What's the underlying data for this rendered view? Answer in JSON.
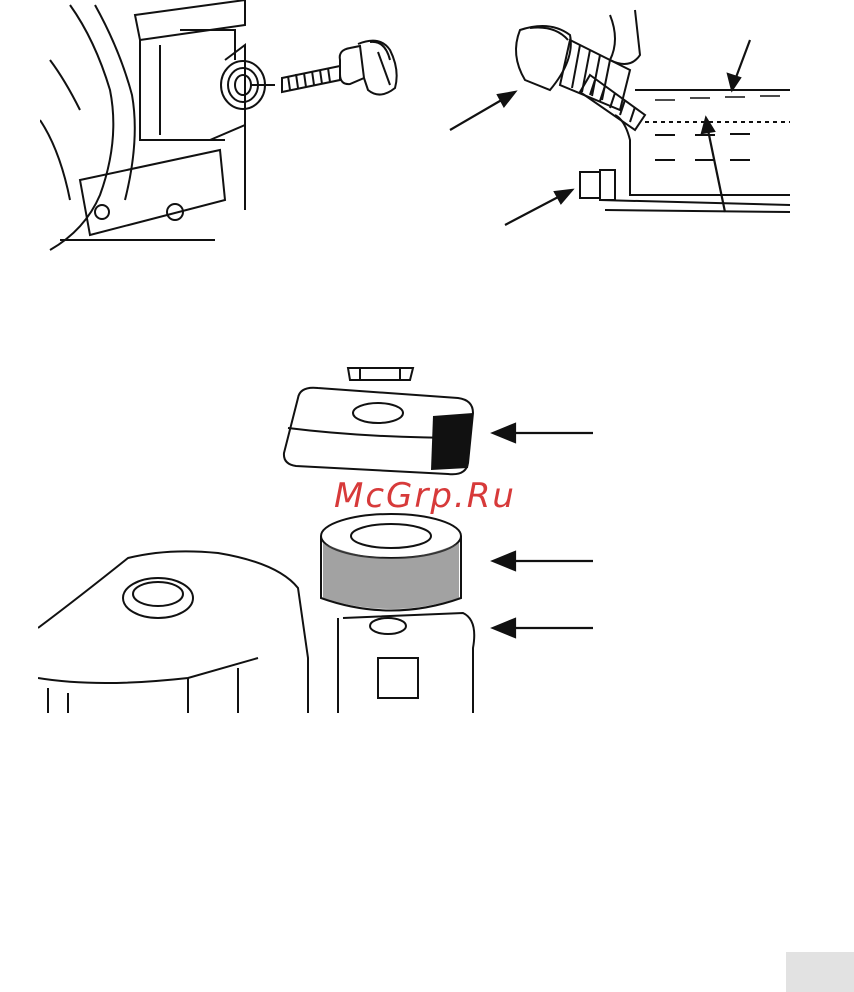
{
  "watermark": {
    "text": "McGrp.Ru",
    "color": "#d42a2a"
  },
  "icons": {
    "fig1": "oil-drain-plug-illustration",
    "fig2": "oil-level-dipstick-illustration",
    "fig3": "air-filter-exploded-illustration"
  },
  "colors": {
    "line": "#111111",
    "page_tab": "#e2e2e2"
  }
}
